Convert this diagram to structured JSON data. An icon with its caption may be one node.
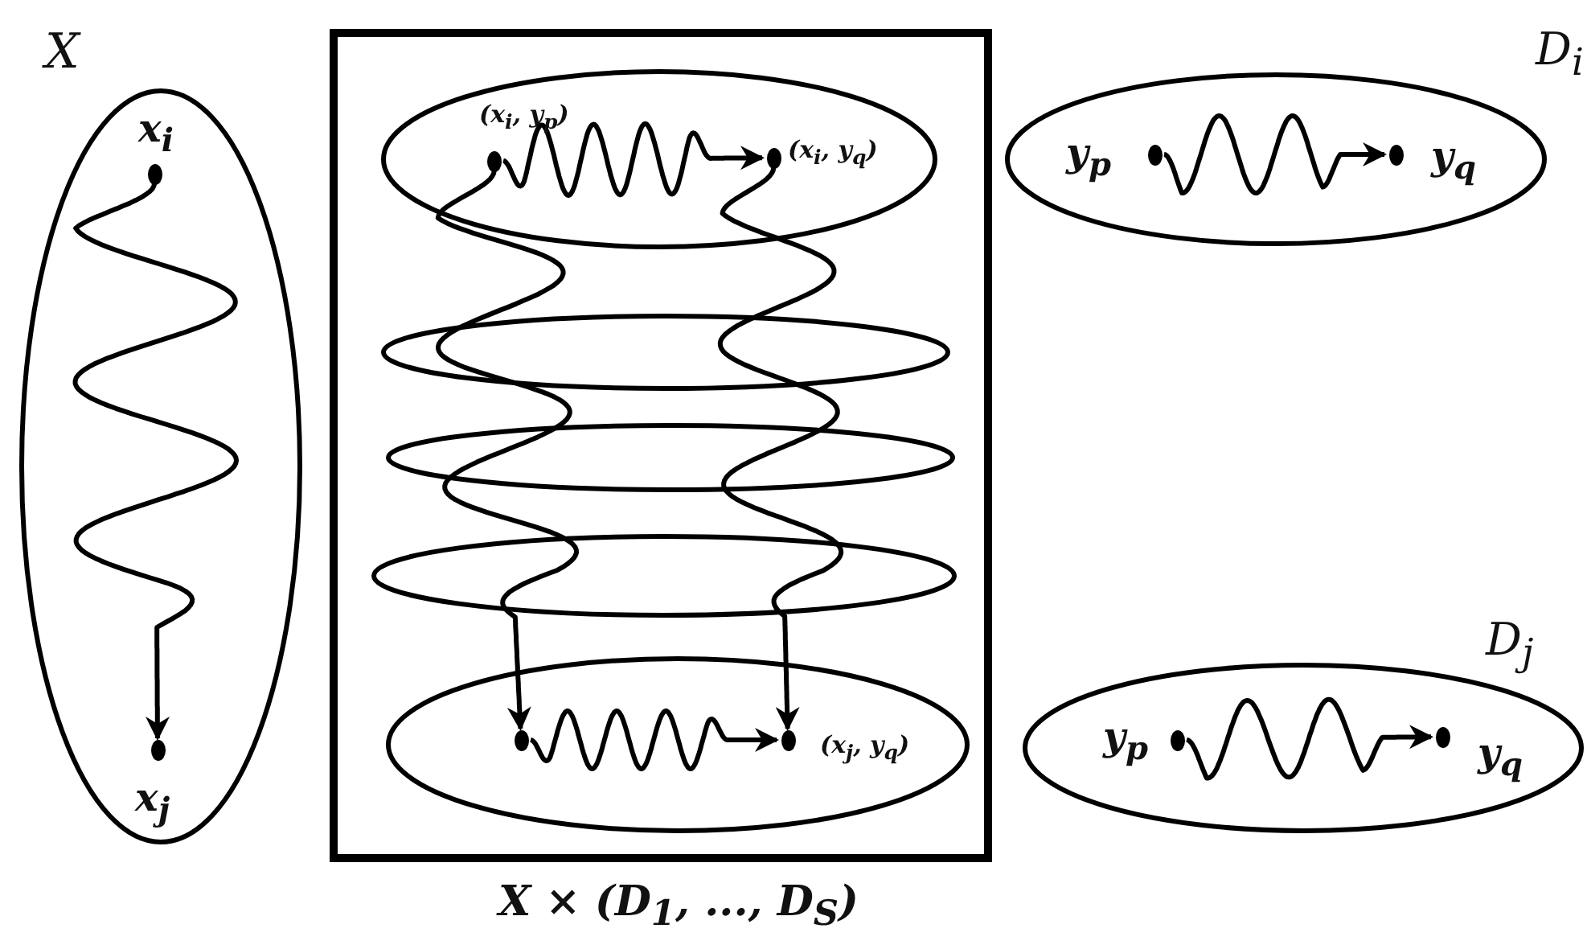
{
  "diagram": {
    "nodes": [
      {
        "text": [
          "X"
        ]
      },
      {
        "text": [
          "x$_{i}$"
        ],
        "in": 0
      },
      {
        "text": [
          "x$_{j}$"
        ],
        "in": 0
      },
      {
        "text": [
          "X × (D$_{1}$, ..., D$_{S}$)"
        ]
      },
      {
        "text": [],
        "shape": "ellipse",
        "in": 3
      },
      {
        "text": [
          "(x$_{i}$, y$_{p}$)"
        ],
        "in": 4
      },
      {
        "text": [
          "(x$_{i}$, y$_{q}$)"
        ],
        "in": 4
      },
      {
        "text": [],
        "shape": "ellipse",
        "in": 3
      },
      {
        "text": [],
        "shape": "circle",
        "in": 7
      },
      {
        "text": [
          "(x$_{j}$, y$_{q}$)"
        ],
        "in": 7
      },
      {
        "text": [
          "D$_{i}$"
        ]
      },
      {
        "text": [
          "y$_{p}$"
        ],
        "in": 10
      },
      {
        "text": [
          "y$_{q}$"
        ],
        "in": 10
      },
      {
        "text": [
          "D$_{j}$"
        ]
      },
      {
        "text": [
          "y$_{p}$"
        ],
        "in": 13
      },
      {
        "text": [
          "y$_{q}$"
        ],
        "in": 13
      }
    ],
    "edges": [
      {
        "from": 1,
        "to": 2,
        "arrow": "to"
      },
      {
        "from": 5,
        "to": 6,
        "arrow": "to"
      },
      {
        "from": 5,
        "to": 8,
        "arrow": "to"
      },
      {
        "from": 6,
        "to": 9,
        "arrow": "to"
      },
      {
        "from": 8,
        "to": 9,
        "arrow": "to"
      },
      {
        "from": 11,
        "to": 12,
        "arrow": "to"
      },
      {
        "from": 14,
        "to": 15,
        "arrow": "to"
      }
    ]
  }
}
